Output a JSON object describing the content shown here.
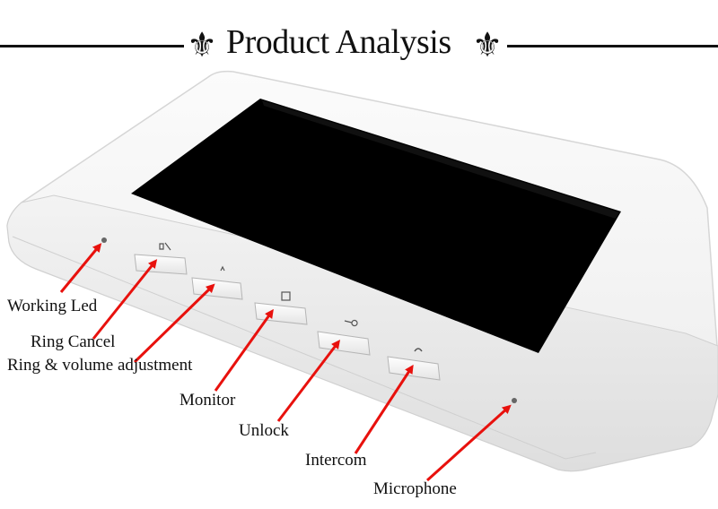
{
  "header": {
    "title": "Product Analysis",
    "ornament_icon": "fleur-de-lis-icon"
  },
  "labels": {
    "working_led": "Working Led",
    "ring_cancel": "Ring Cancel",
    "ring_volume": "Ring & volume adjustment",
    "monitor": "Monitor",
    "unlock": "Unlock",
    "intercom": "Intercom",
    "microphone": "Microphone"
  },
  "colors": {
    "arrow": "#e8110d",
    "screen": "#000000",
    "panel": "#f7f7f7"
  }
}
